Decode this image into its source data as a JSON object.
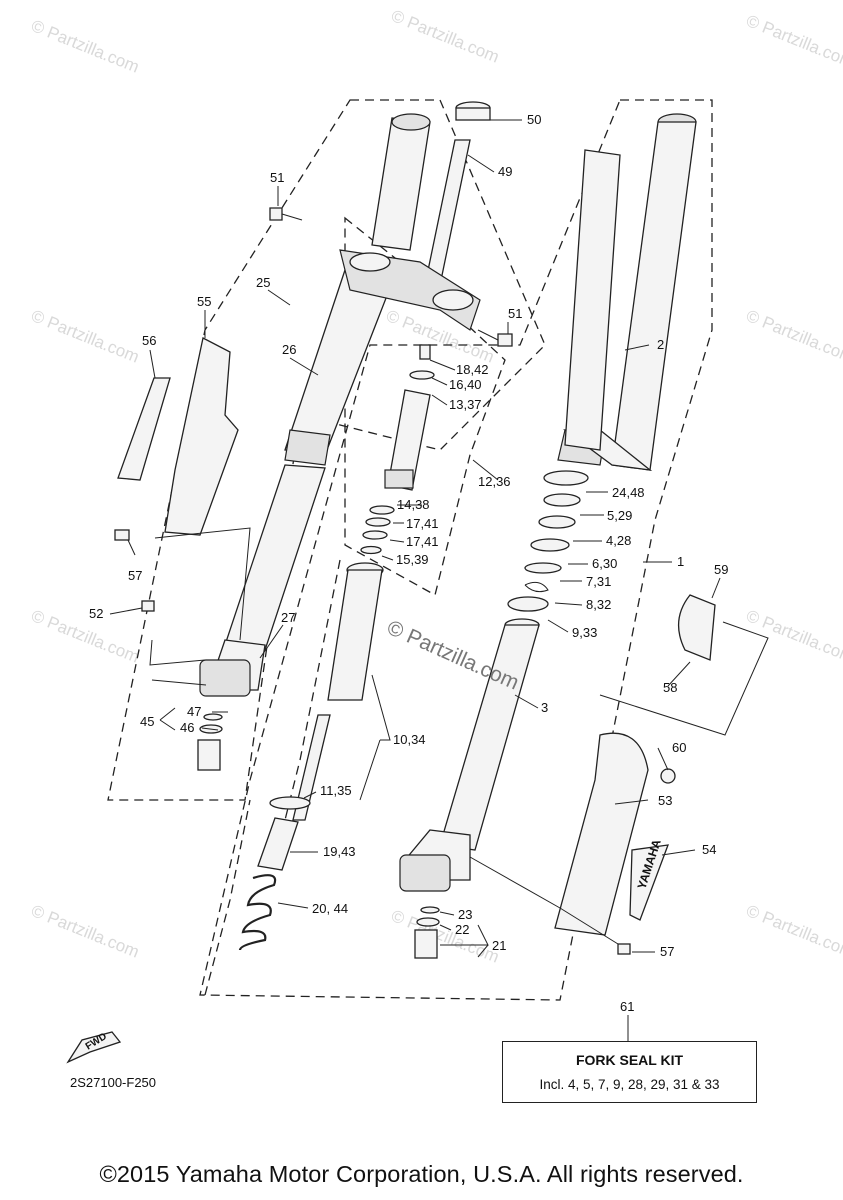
{
  "watermark": "© Partzilla.com",
  "diagram_code": "2S27100-F250",
  "fwd_label": "FWD",
  "brand_decal": "YAMAHA",
  "kit": {
    "number": "61",
    "title": "FORK SEAL KIT",
    "description": "Incl. 4, 5, 7, 9, 28, 29, 31 & 33"
  },
  "copyright": "©2015 Yamaha Motor Corporation, U.S.A. All rights reserved.",
  "part_labels": {
    "p50": "50",
    "p49": "49",
    "p51a": "51",
    "p51b": "51",
    "p25": "25",
    "p55": "55",
    "p56": "56",
    "p26": "26",
    "p2": "2",
    "p18_42": "18,42",
    "p16_40": "16,40",
    "p13_37": "13,37",
    "p12_36": "12,36",
    "p24_48": "24,48",
    "p14_38": "14,38",
    "p5_29": "5,29",
    "p17_41a": "17,41",
    "p4_28": "4,28",
    "p17_41b": "17,41",
    "p6_30": "6,30",
    "p15_39": "15,39",
    "p1": "1",
    "p7_31": "7,31",
    "p59": "59",
    "p57a": "57",
    "p8_32": "8,32",
    "p52": "52",
    "p27": "27",
    "p9_33": "9,33",
    "p58": "58",
    "p3": "3",
    "p47": "47",
    "p45": "45",
    "p46": "46",
    "p10_34": "10,34",
    "p60": "60",
    "p11_35": "11,35",
    "p53": "53",
    "p19_43": "19,43",
    "p54": "54",
    "p20_44": "20, 44",
    "p23": "23",
    "p22": "22",
    "p21": "21",
    "p57b": "57"
  }
}
